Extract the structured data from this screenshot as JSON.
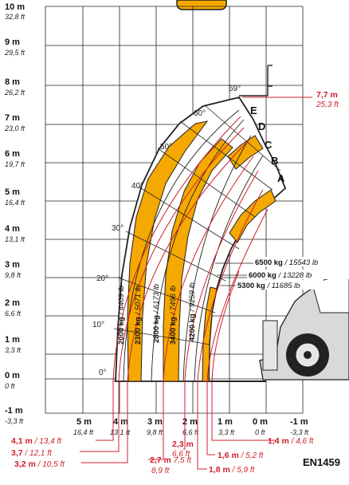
{
  "colors": {
    "accent": "#f5a800",
    "red": "#d01f2b",
    "grid": "#222222"
  },
  "y_axis": [
    {
      "m": "10 m",
      "ft": "32,8 ft"
    },
    {
      "m": "9 m",
      "ft": "29,5 ft"
    },
    {
      "m": "8 m",
      "ft": "26,2 ft"
    },
    {
      "m": "7 m",
      "ft": "23,0 ft"
    },
    {
      "m": "6 m",
      "ft": "19,7 ft"
    },
    {
      "m": "5 m",
      "ft": "16,4 ft"
    },
    {
      "m": "4 m",
      "ft": "13,1 ft"
    },
    {
      "m": "3 m",
      "ft": "9,8 ft"
    },
    {
      "m": "2 m",
      "ft": "6,6 ft"
    },
    {
      "m": "1 m",
      "ft": "3,3 ft"
    },
    {
      "m": "0 m",
      "ft": "0 ft"
    },
    {
      "m": "-1 m",
      "ft": "-3,3 ft"
    }
  ],
  "x_axis": [
    {
      "m": "5 m",
      "ft": "16,4 ft"
    },
    {
      "m": "4 m",
      "ft": "13,1 ft"
    },
    {
      "m": "3 m",
      "ft": "9,8 ft"
    },
    {
      "m": "2 m",
      "ft": "6,6 ft"
    },
    {
      "m": "1 m",
      "ft": "3,3 ft"
    },
    {
      "m": "0 m",
      "ft": "0 ft"
    },
    {
      "m": "-1 m",
      "ft": "-3,3 ft"
    }
  ],
  "angles": [
    "0°",
    "10°",
    "20°",
    "30°",
    "40°",
    "50°",
    "60°",
    "69°"
  ],
  "zones": [
    "E",
    "D",
    "C",
    "B",
    "A"
  ],
  "band_capacities": [
    {
      "kg": "2000 kg",
      "lb": "4409 lb"
    },
    {
      "kg": "2300 kg",
      "lb": "5071 lb"
    },
    {
      "kg": "2800 kg",
      "lb": "6173 lb"
    },
    {
      "kg": "3400 kg",
      "lb": "7496 lb"
    },
    {
      "kg": "4200 kg",
      "lb": "9259 lb"
    }
  ],
  "capacity_callouts": [
    {
      "kg": "6500 kg",
      "lb": "15543 lb"
    },
    {
      "kg": "6000 kg",
      "lb": "13228 lb"
    },
    {
      "kg": "5300 kg",
      "lb": "11685 lb"
    }
  ],
  "max_height": {
    "m": "7,7 m",
    "ft": "25,3 ft"
  },
  "reach_callouts": [
    {
      "m": "4,1 m",
      "ft": "13,4 ft"
    },
    {
      "m": "3,7",
      "ft": "12,1 ft"
    },
    {
      "m": "3,2 m",
      "ft": "10,5 ft"
    },
    {
      "m": "2,7 m",
      "ft": "7,5 ft",
      "ft2": "8,9 ft"
    },
    {
      "m": "2,3 m",
      "ft": "6,6 ft"
    },
    {
      "m": "1,8 m",
      "ft": "5,9 ft"
    },
    {
      "m": "1,6 m",
      "ft": "5,2 ft"
    },
    {
      "m": "1,4 m",
      "ft": "4,6 ft"
    }
  ],
  "standard": "EN1459"
}
